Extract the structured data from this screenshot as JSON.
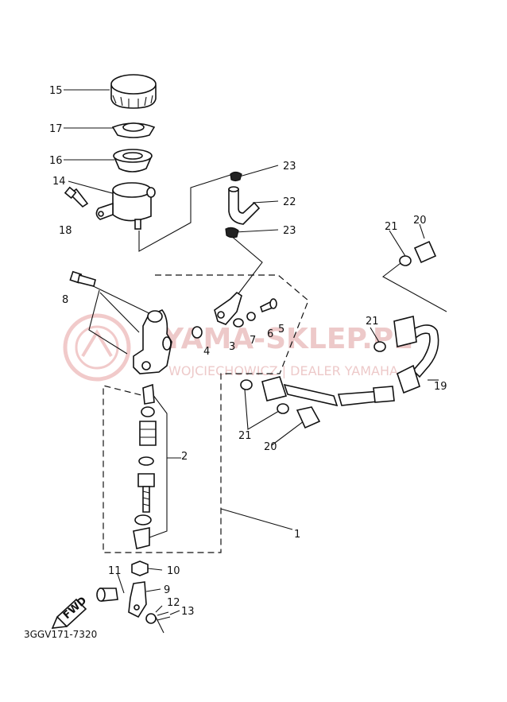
{
  "diagram": {
    "labels": [
      "15",
      "17",
      "16",
      "14",
      "18",
      "23",
      "22",
      "23",
      "21",
      "20",
      "8",
      "4",
      "3",
      "7",
      "6",
      "5",
      "21",
      "19",
      "21",
      "20",
      "2",
      "1",
      "10",
      "11",
      "9",
      "12",
      "13"
    ],
    "drawing_code": "3GGV171-7320",
    "fwd_label": "FWD",
    "watermark": {
      "main": "YAMA-SKLEP.PL",
      "sub": "WOJCIECHOWICZ | DEALER YAMAHA"
    }
  }
}
